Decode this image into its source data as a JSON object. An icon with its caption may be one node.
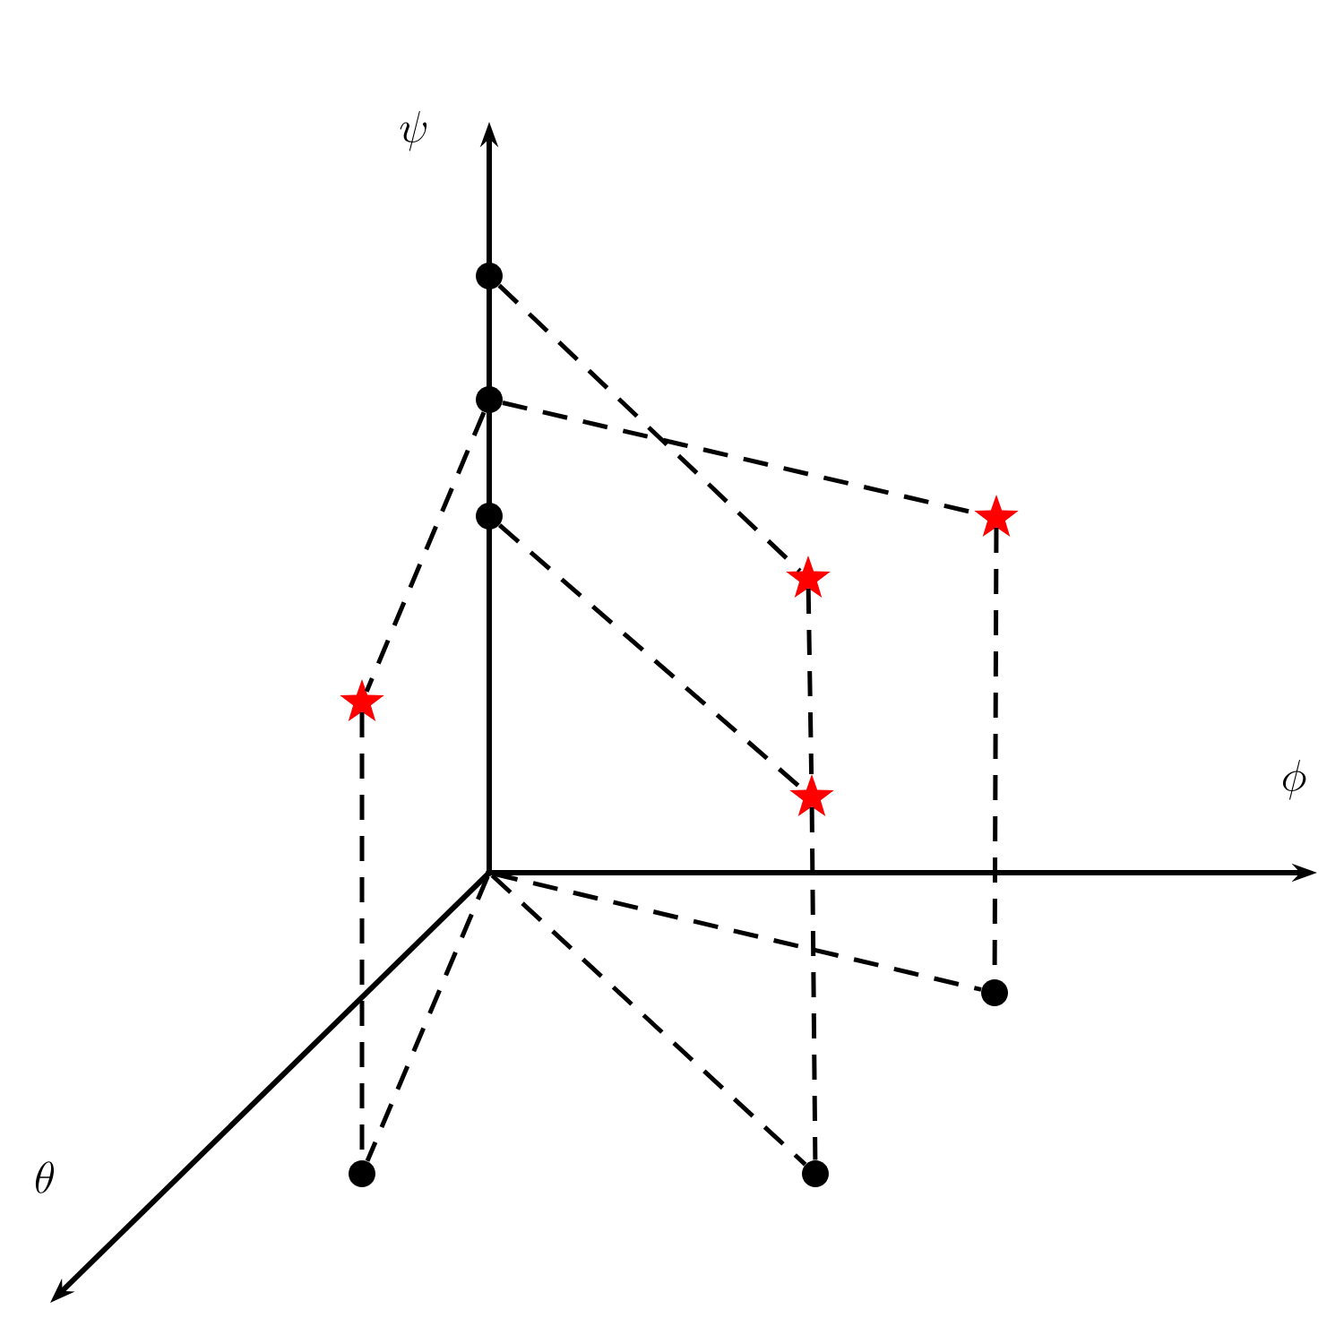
{
  "diagram": {
    "nodes": [
      {
        "text": [],
        "shape": "circle"
      },
      {
        "text": [],
        "shape": "circle"
      },
      {
        "text": [],
        "shape": "circle"
      },
      {
        "text": [],
        "shape": "star"
      },
      {
        "text": [],
        "shape": "star"
      },
      {
        "text": [],
        "shape": "star"
      },
      {
        "text": [],
        "shape": "star"
      },
      {
        "text": [],
        "shape": "point"
      },
      {
        "text": [],
        "shape": "circle"
      },
      {
        "text": [],
        "shape": "circle"
      },
      {
        "text": [],
        "shape": "circle"
      }
    ],
    "edges": [
      {
        "from": 0,
        "to": 4,
        "arrow": "none",
        "style": "dashed"
      },
      {
        "from": 1,
        "to": 3,
        "arrow": "none",
        "style": "dashed"
      },
      {
        "from": 1,
        "to": 5,
        "arrow": "none",
        "style": "dashed"
      },
      {
        "from": 2,
        "to": 6,
        "arrow": "none",
        "style": "dashed"
      },
      {
        "from": 5,
        "to": 9,
        "arrow": "none",
        "style": "dashed"
      },
      {
        "from": 4,
        "to": 6,
        "arrow": "none",
        "style": "dashed"
      },
      {
        "from": 6,
        "to": 10,
        "arrow": "none",
        "style": "dashed"
      },
      {
        "from": 3,
        "to": 8,
        "arrow": "none",
        "style": "dashed"
      },
      {
        "from": 7,
        "to": 9,
        "arrow": "none",
        "style": "dashed"
      },
      {
        "from": 7,
        "to": 10,
        "arrow": "none",
        "style": "dashed"
      },
      {
        "from": 7,
        "to": 8,
        "arrow": "none",
        "style": "dashed"
      }
    ],
    "labels": [
      "\\psi",
      "\\phi",
      "\\theta"
    ]
  }
}
